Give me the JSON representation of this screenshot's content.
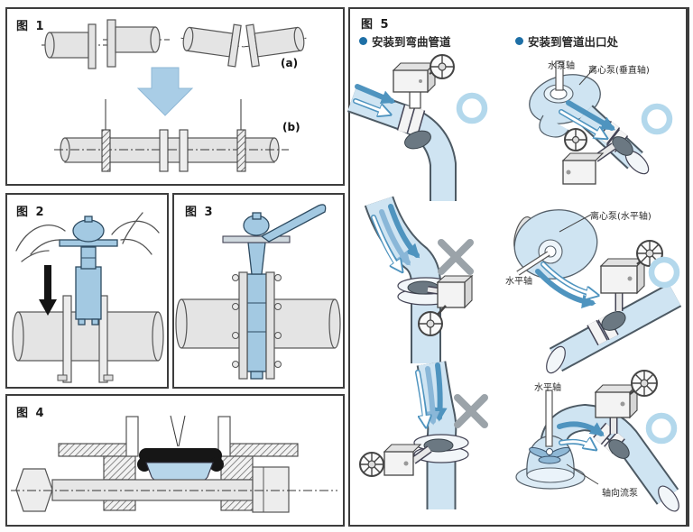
{
  "figures": {
    "fig1": {
      "title": "图 1",
      "label_a": "(a)",
      "label_b": "(b)"
    },
    "fig2": {
      "title": "图 2"
    },
    "fig3": {
      "title": "图 3"
    },
    "fig4": {
      "title": "图 4"
    },
    "fig5": {
      "title": "图 5",
      "legend_left": "安装到弯曲管道",
      "legend_right": "安装到管道出口处",
      "callouts": {
        "pump_shaft": "水泵轴",
        "centrifugal_vertical": "离心泵(垂直轴)",
        "centrifugal_horizontal": "离心泵(水平轴)",
        "horizontal_shaft_mid": "水平轴",
        "horizontal_shaft_bottom": "水平轴",
        "axial_flow_pump": "轴向流泵"
      }
    }
  },
  "colors": {
    "legend_bullet": "#1e6fa6",
    "ok_circle": "#b3d8ec",
    "cross_mark": "#9ba3a9",
    "diagram_light_blue": "#cfe4f2",
    "valve_blue": "#a3c9e2",
    "arrow_blue": "#4f94bf",
    "big_arrow_blue": "#a9cde6",
    "pipe_gray": "#e4e4e4"
  }
}
